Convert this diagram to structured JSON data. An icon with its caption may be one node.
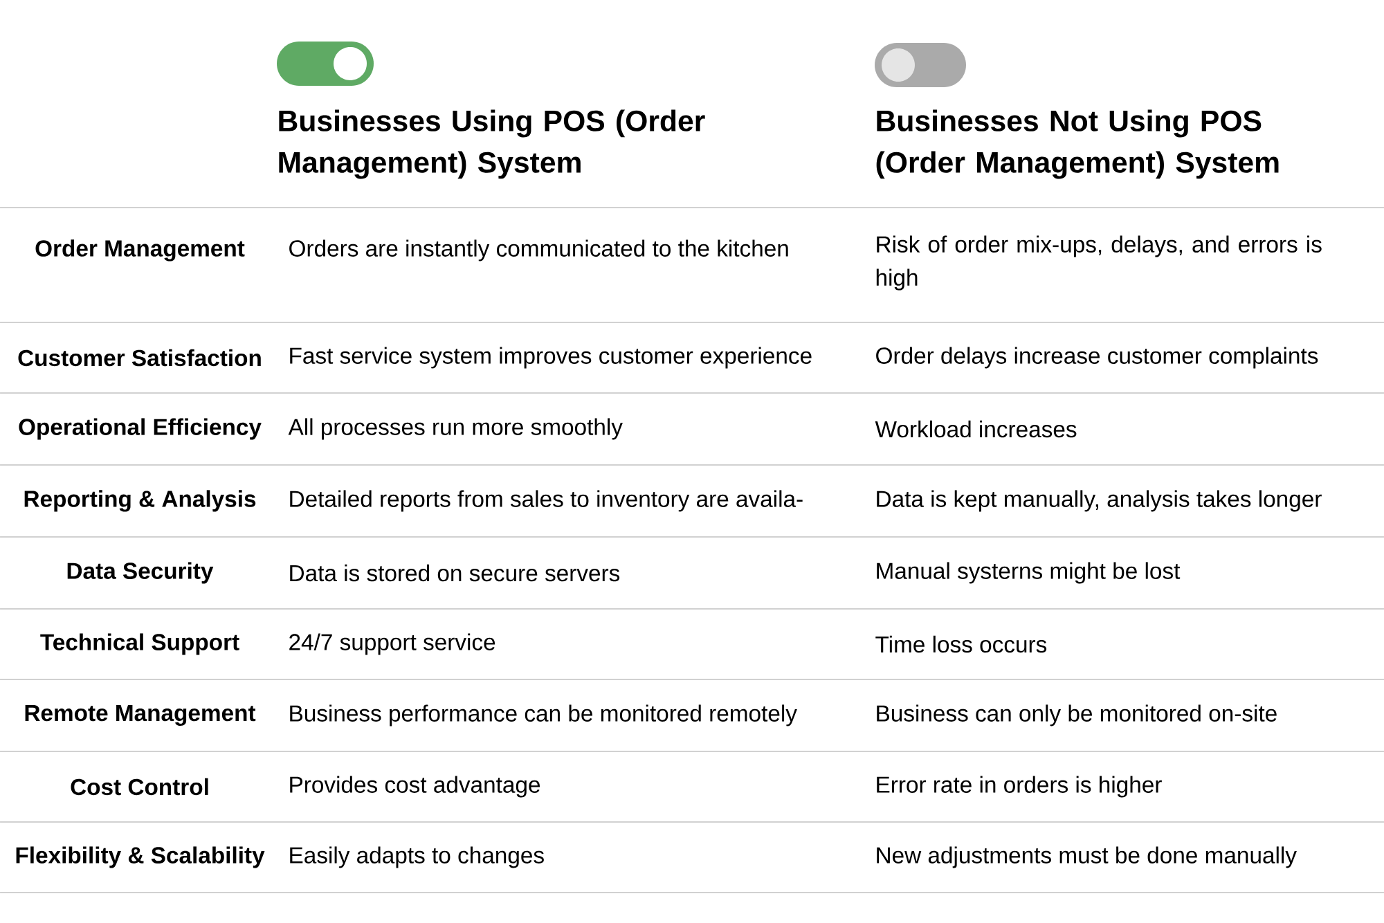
{
  "diagram": {
    "labels": [
      "Businesses Using POS (Order Management) System",
      "Businesses Not Using POS (Order Management) System",
      "Order Management",
      "Orders are instantly communicated to the kitchen",
      "Risk of order mix-ups, delays, and errors is high",
      "Customer Satisfaction",
      "Fast service system improves customer experience",
      "Order delays increase customer complaints",
      "Operational Efficiency",
      "All processes run more smoothly",
      "Workload increases",
      "Reporting & Analysis",
      "Detailed reports from sales to inventory are availa-",
      "Data is kept manually, analysis takes longer",
      "Data Security",
      "Data is stored on secure servers",
      "Manual systerns might be lost",
      "Technical Support",
      "24/7 support service",
      "Time loss occurs",
      "Remote Management",
      "Business performance can be monitored remotely",
      "Business can only be monitored on-site",
      "Cost Control",
      "Provides cost advantage",
      "Error rate in orders is higher",
      "Flexibility & Scalability",
      "Easily adapts to changes",
      "New adjustments must be done manually"
    ]
  }
}
